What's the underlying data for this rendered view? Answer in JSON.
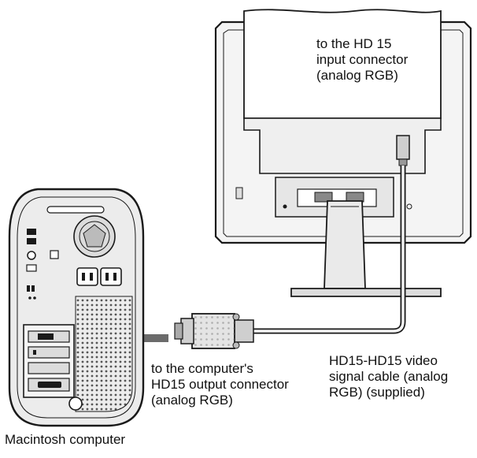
{
  "labels": {
    "monitor_connector": "to the HD 15\ninput connector\n(analog RGB)",
    "computer_connector": "to the computer's\nHD15 output connector\n(analog RGB)",
    "cable": "HD15-HD15 video\nsignal cable (analog\nRGB) (supplied)",
    "computer_name": "Macintosh computer"
  },
  "colors": {
    "line": "#1a1a1a",
    "monitor_fill": "#f2f2f2",
    "computer_fill": "#e9e9e9",
    "arrow": "#6b6b6b"
  }
}
